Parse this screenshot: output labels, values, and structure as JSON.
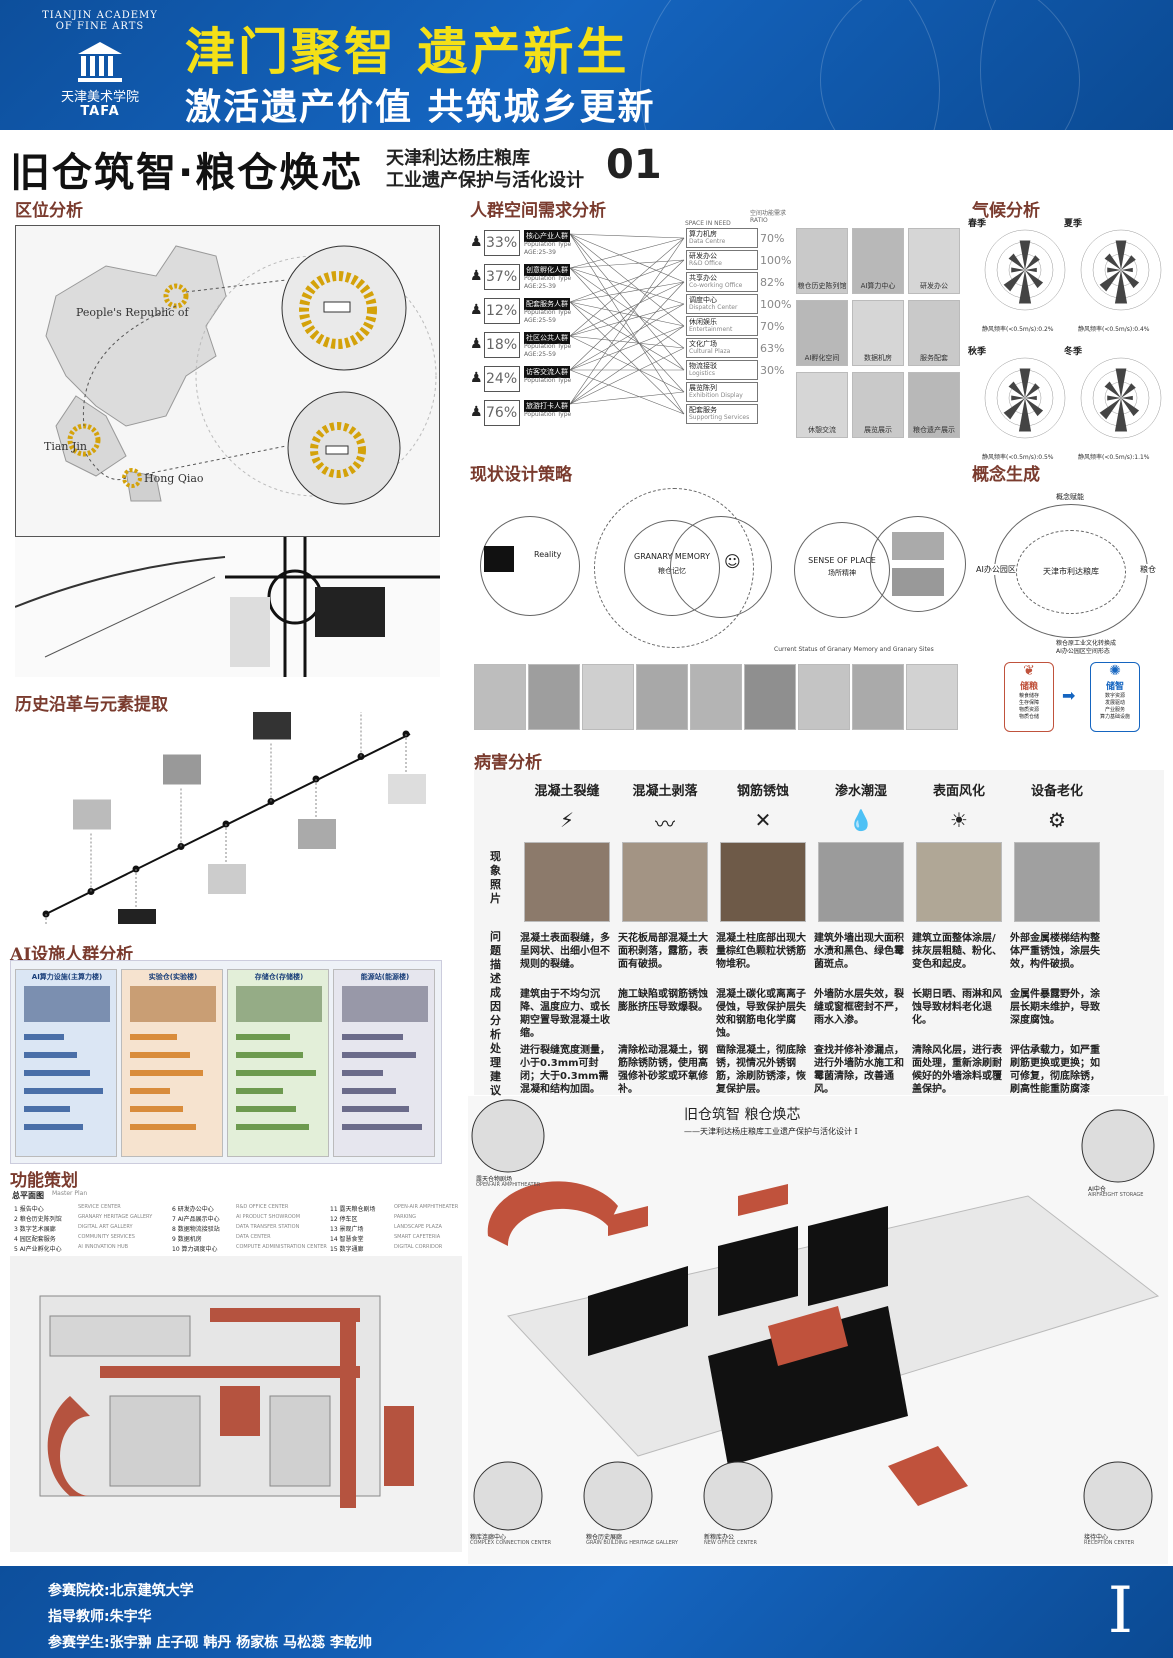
{
  "header": {
    "title_main": "津门聚智  遗产新生",
    "title_sub": "激活遗产价值 共筑城乡更新",
    "logo_arc_text": "TIANJIN ACADEMY OF FINE ARTS",
    "logo_cn": "天津美术学院",
    "logo_en": "TAFA"
  },
  "project": {
    "main": "旧仓筑智·粮仓焕芯",
    "sub_line1": "天津利达杨庄粮库",
    "sub_line2": "工业遗产保护与活化设计",
    "number": "01"
  },
  "sections": {
    "location": "区位分析",
    "crowd": "人群空间需求分析",
    "climate": "气候分析",
    "strategy": "现状设计策略",
    "concept": "概念生成",
    "history": "历史沿革与元素提取",
    "disease": "病害分析",
    "ai_crowd": "AI设施人群分析",
    "function": "功能策划"
  },
  "location": {
    "labels": [
      "People's Republic of",
      "Tian Jin",
      "Hong Qiao"
    ]
  },
  "crowd": {
    "rows": [
      {
        "pct": "33%",
        "type": "核心产业人群",
        "sub": "Population Type",
        "age": "AGE:25-39"
      },
      {
        "pct": "37%",
        "type": "创意孵化人群",
        "sub": "Population Type",
        "age": "AGE:25-39"
      },
      {
        "pct": "12%",
        "type": "配套服务人群",
        "sub": "Population Type",
        "age": "AGE:25-59"
      },
      {
        "pct": "18%",
        "type": "社区公共人群",
        "sub": "Population Type",
        "age": "AGE:25-59"
      },
      {
        "pct": "24%",
        "type": "访客交流人群",
        "sub": "Population Type",
        "age": ""
      },
      {
        "pct": "76%",
        "type": "旅游打卡人群",
        "sub": "Population Type",
        "age": ""
      }
    ],
    "needs_header": "SPACE IN NEED",
    "pct_header": "空间功能需求 RATIO",
    "needs": [
      {
        "cn": "算力机房",
        "en": "Data Centre",
        "pct": "70%"
      },
      {
        "cn": "研发办公",
        "en": "R&D Office",
        "pct": "100%"
      },
      {
        "cn": "共享办公",
        "en": "Co-working Office",
        "pct": "82%"
      },
      {
        "cn": "调度中心",
        "en": "Dispatch Center",
        "pct": "100%"
      },
      {
        "cn": "休闲娱乐",
        "en": "Entertainment",
        "pct": "70%"
      },
      {
        "cn": "文化广场",
        "en": "Cultural Plaza",
        "pct": "63%"
      },
      {
        "cn": "物流接驳",
        "en": "Logistics",
        "pct": "30%"
      },
      {
        "cn": "展览陈列",
        "en": "Exhibition Display",
        "pct": ""
      },
      {
        "cn": "配套服务",
        "en": "Supporting Services",
        "pct": ""
      }
    ],
    "photos": [
      "粮仓历史陈列馆",
      "AI算力中心",
      "研发办公",
      "AI孵化空间",
      "数据机房",
      "服务配套",
      "休憩交流",
      "展览展示",
      "粮仓遗产展示"
    ]
  },
  "climate": {
    "seasons": [
      "春季",
      "夏季",
      "秋季",
      "冬季"
    ],
    "captions": [
      "静风频率(<0.5m/s):0.2%",
      "静风频率(<0.5m/s):0.4%",
      "静风频率(<0.5m/s):0.5%",
      "静风频率(<0.5m/s):1.1%"
    ]
  },
  "strategy": {
    "reality": "Reality",
    "granary_memory": "GRANARY MEMORY",
    "granary_memory_cn": "粮仓记忆",
    "sense_of_place": "SENSE OF PLACE",
    "sense_of_place_cn": "场所精神",
    "caption": "Current Status of Granary Memory and Granary Sites"
  },
  "concept": {
    "center": "天津市利达粮库",
    "left": "AI办公园区",
    "right": "粮仓",
    "top": "概念赋能",
    "legend_left_top": "储粮",
    "legend_right_top": "储智",
    "legend_left_lines": [
      "粮食储存",
      "生存保障",
      "物质资源",
      "物质仓储"
    ],
    "legend_right_lines": [
      "数字资源",
      "发展驱动",
      "产业服务",
      "算力基础设施"
    ],
    "footnote_1": "粮仓原工业文化转换成",
    "footnote_2": "AI办公园区空间形态"
  },
  "history": {
    "nodes": 9
  },
  "disease": {
    "headers": [
      "混凝土裂缝",
      "混凝土剥落",
      "钢筋锈蚀",
      "渗水潮湿",
      "表面风化",
      "设备老化"
    ],
    "icons": [
      "⚡",
      "〰",
      "✕",
      "💧",
      "☀",
      "⚙"
    ],
    "row_labels": [
      "现象照片",
      "问题描述",
      "成因分析",
      "处理建议"
    ],
    "problems": [
      "混凝土表面裂缝，多呈网状、出细小但不规则的裂缝。",
      "天花板局部混凝土大面积剥落，露筋，表面有破损。",
      "混凝土柱底部出现大量棕红色颗粒状锈筋物堆积。",
      "建筑外墙出现大面积水渍和黑色、绿色霉菌斑点。",
      "建筑立面整体涂层/抹灰层粗糙、粉化、变色和起皮。",
      "外部金属楼梯结构整体严重锈蚀，涂层失效，构件破损。"
    ],
    "causes": [
      "建筑由于不均匀沉降、温度应力、或长期空置导致混凝土收缩。",
      "施工缺陷或钢筋锈蚀膨胀挤压导致爆裂。",
      "混凝土碳化或离离子侵蚀，导致保护层失效和钢筋电化学腐蚀。",
      "外墙防水层失效，裂缝或窗框密封不严，雨水入渗。",
      "长期日晒、雨淋和风蚀导致材料老化退化。",
      "金属件暴露野外，涂层长期未维护，导致深度腐蚀。"
    ],
    "suggestions": [
      "进行裂缝宽度测量，小于0.3mm可封闭；大于0.3mm需混凝和结构加固。",
      "清除松动混凝土，钢筋除锈防锈，使用高强修补砂浆或环氧修补。",
      "凿除混凝土，彻底除锈，视情况外锈钢筋，涂刷防锈漆，恢复保护层。",
      "查找并修补渗漏点，进行外墙防水施工和霉菌清除，改善通风。",
      "清除风化层，进行表面处理，重新涂刷耐候好的外墙涂料或覆盖保护。",
      "评估承载力，如严重刷筋更换或更换；如可修复，彻底除锈，刷高性能重防腐漆料。"
    ]
  },
  "ai_crowd": {
    "columns": [
      "AI算力设施(主算力楼)",
      "实验仓(实验楼)",
      "存储仓(存储楼)",
      "能源站(能源楼)"
    ]
  },
  "function": {
    "plan_label": "总平面图",
    "plan_label_en": "Master Plan",
    "items": [
      [
        "1 报告中心",
        "SERVICE CENTER"
      ],
      [
        "2 粮仓历史陈列馆",
        "GRANARY HERITAGE GALLERY"
      ],
      [
        "3 数字艺术展廊",
        "DIGITAL ART GALLERY"
      ],
      [
        "4 园区配套服务",
        "COMMUNITY SERVICES"
      ],
      [
        "5 AI产业孵化中心",
        "AI INNOVATION HUB"
      ],
      [
        "6 研发办公中心",
        "R&D OFFICE CENTER"
      ],
      [
        "7 AI产品展示中心",
        "AI PRODUCT SHOWROOM"
      ],
      [
        "8 数据物流接驳站",
        "DATA TRANSFER STATION"
      ],
      [
        "9 数据机房",
        "DATA CENTER"
      ],
      [
        "10 算力调度中心",
        "COMPUTE ADMINISTRATION CENTER"
      ],
      [
        "11 露天粮仓剧场",
        "OPEN-AIR AMPHITHEATER"
      ],
      [
        "12 停车区",
        "PARKING"
      ],
      [
        "13 景观广场",
        "LANDSCAPE PLAZA"
      ],
      [
        "14 智慧食堂",
        "SMART CAFETERIA"
      ],
      [
        "15 数字通廊",
        "DIGITAL CORRIDOR"
      ]
    ]
  },
  "axon": {
    "title": "旧仓筑智 粮仓焕芯",
    "subtitle": "——天津利达杨庄粮库工业遗产保护与活化设计 I",
    "callouts": [
      {
        "cn": "露天仓物剧场",
        "en": "OPEN-AIR AMPHITHEATER"
      },
      {
        "cn": "AI中仓",
        "en": "AIRFREIGHT STORAGE"
      },
      {
        "cn": "粮库连廊中心",
        "en": "COMPLEX CONNECTION CENTER"
      },
      {
        "cn": "粮仓历史展廊",
        "en": "GRAIN BUILDING HERITAGE GALLERY"
      },
      {
        "cn": "新粮库办公",
        "en": "NEW OFFICE CENTER"
      },
      {
        "cn": "接待中心",
        "en": "RECEPTION CENTER"
      }
    ]
  },
  "footer": {
    "school": "参赛院校:北京建筑大学",
    "teacher": "指导教师:朱宇华",
    "students": "参赛学生:张宇翀 庄子砚 韩丹 杨家栋 马松蕊 李乾帅",
    "roman": "I"
  },
  "colors": {
    "header_blue": "#1565c0",
    "title_yellow": "#f4e017",
    "section_brown": "#7a3b2e",
    "accent_red": "#c0523c",
    "ring_gold": "#d4a20a"
  }
}
